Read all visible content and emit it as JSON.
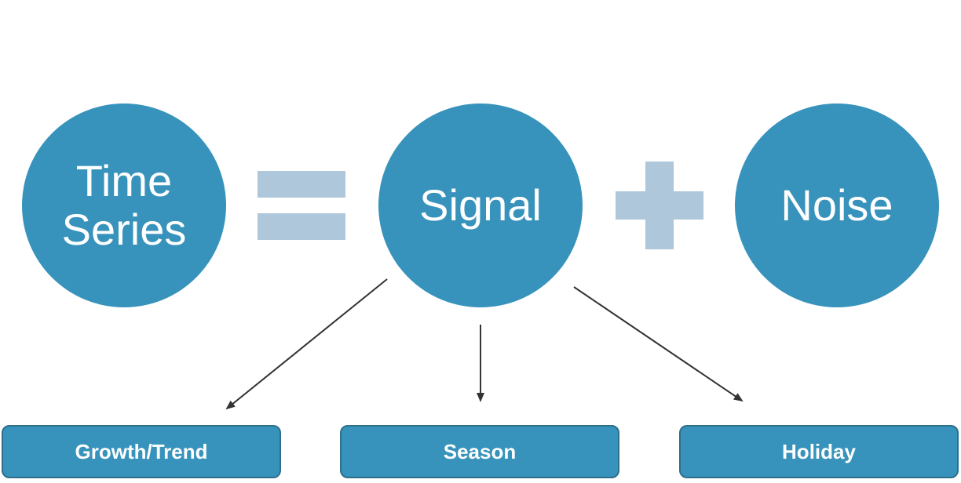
{
  "colors": {
    "node_fill": "#3793bb",
    "operator_fill": "#aec7da",
    "arrow": "#333333",
    "box_border": "#2e6f8b"
  },
  "equation": {
    "left": "Time\nSeries",
    "operator_equals": "equals",
    "middle": "Signal",
    "operator_plus": "plus",
    "right": "Noise"
  },
  "components": [
    {
      "label": "Growth/Trend"
    },
    {
      "label": "Season"
    },
    {
      "label": "Holiday"
    }
  ]
}
